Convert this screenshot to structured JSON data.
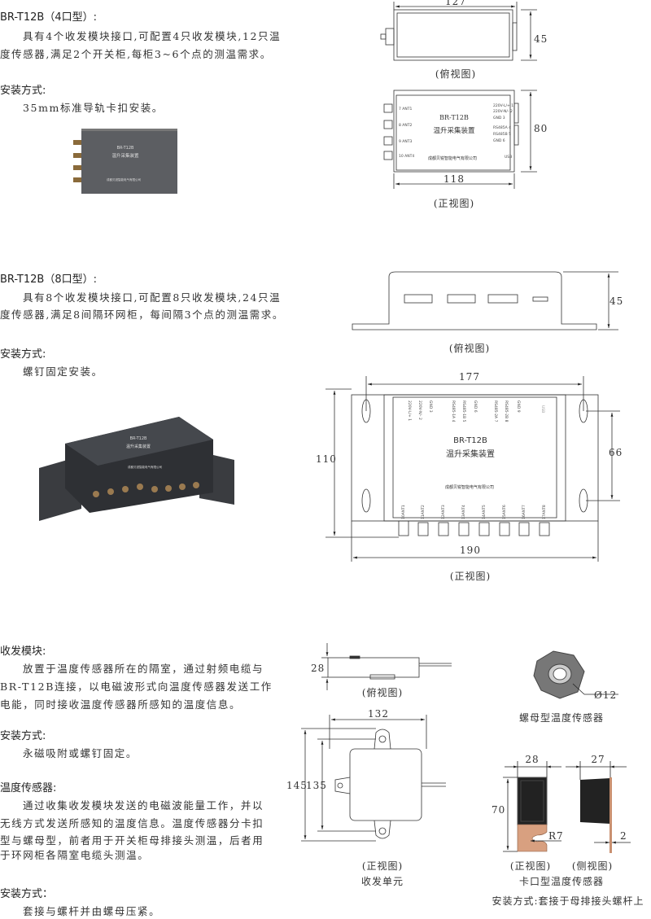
{
  "section1": {
    "heading": "BR-T12B（4口型）:",
    "lines": [
      "具有4个收发模块接口,可配置4只收发模块,12只温",
      "度传感器,满足2个开关柜,每柜3~6个点的测温需求。"
    ],
    "install_heading": "安装方式:",
    "install_text": "35mm标准导轨卡扣安装。"
  },
  "section2": {
    "heading": "BR-T12B（8口型）:",
    "lines": [
      "具有8个收发模块接口,可配置8只收发模块,24只温",
      "度传感器,满足8间隔环网柜，每间隔3个点的测温需求。"
    ],
    "install_heading": "安装方式:",
    "install_text": "螺钉固定安装。"
  },
  "section3": {
    "module_heading": "收发模块:",
    "module_lines": [
      "放置于温度传感器所在的隔室，通过射频电缆与",
      "BR-T12B连接，以电磁波形式向温度传感器发送工作",
      "电能，同时接收温度传感器所感知的温度信息。"
    ],
    "module_install_heading": "安装方式:",
    "module_install_text": "永磁吸附或螺钉固定。",
    "sensor_heading": "温度传感器:",
    "sensor_lines": [
      "通过收集收发模块发送的电磁波能量工作，并以",
      "无线方式发送所感知的温度信息。温度传感器分卡扣",
      "型与螺母型，前者用于开关柜母排接头测温，后者用",
      "于环网柜各隔室电缆头测温。"
    ],
    "sensor_install_heading": "安装方式：",
    "sensor_install_text": "套接与螺杆并由螺母压紧。"
  },
  "device": {
    "model": "BR-T12B",
    "name": "温升采集装置",
    "company": "成都贝锐智能电气有限公司",
    "ports4": [
      "7 ANT1",
      "8 ANT2",
      "9 ANT3",
      "10 ANT4"
    ],
    "terms4": [
      "220V-L/+ 1",
      "220V-N/- 2",
      "GND 3",
      "RS485A 4",
      "RS485B 5",
      "GND 6"
    ],
    "usb": "USB",
    "ports8": [
      "10ANT1",
      "11ANT2",
      "12ANT3",
      "13ANT4",
      "14ANT5",
      "15ANT6",
      "16ANT7",
      "17ANT8"
    ],
    "terms8": [
      "220V-L/+ 1",
      "220V-N/- 2",
      "GND 3",
      "RS485-1A 4",
      "RS485-1B 5",
      "GND 6",
      "RS485-2A 7",
      "RS485-2B 8",
      "GND 9"
    ]
  },
  "drawings": {
    "d4_top": {
      "width": "127",
      "height": "45",
      "caption": "(俯视图)"
    },
    "d4_front": {
      "height": "80",
      "width": "118",
      "caption": "(正视图)"
    },
    "d8_top": {
      "height": "45",
      "caption": "(俯视图)"
    },
    "d8_front": {
      "inner_width": "177",
      "height": "110",
      "hole_spacing": "66",
      "width": "190",
      "caption": "(正视图)"
    },
    "module_top": {
      "height": "28",
      "caption": "(俯视图)"
    },
    "nut_sensor": {
      "diameter": "Ø12",
      "caption": "螺母型温度传感器"
    },
    "module_front": {
      "width": "132",
      "height_outer": "145",
      "height_inner": "135",
      "caption": "(正视图)",
      "title": "收发单元"
    },
    "clip_sensor": {
      "front_width": "28",
      "side_width": "27",
      "height": "70",
      "radius": "R7",
      "thickness": "2",
      "front_caption": "(正视图)",
      "side_caption": "(侧视图)",
      "title": "卡口型温度传感器",
      "install": "安装方式:套接于母排接头螺杆上"
    }
  }
}
